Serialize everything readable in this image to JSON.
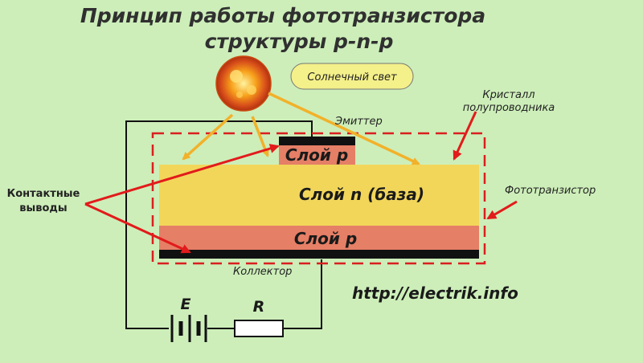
{
  "title_line1": "Принцип работы фототранзистора",
  "title_line2": "структуры p-n-p",
  "sunlight_label": "Солнечный свет",
  "emitter_label": "Эмиттер",
  "crystal_label_line1": "Кристалл",
  "crystal_label_line2": "полупроводника",
  "contacts_label_line1": "Контактные",
  "contacts_label_line2": "выводы",
  "phototransistor_label": "Фототранзистор",
  "collector_label": "Коллектор",
  "layer_p_top": "Слой p",
  "layer_n_base": "Слой n (база)",
  "layer_p_bottom": "Слой p",
  "battery_label": "E",
  "resistor_label": "R",
  "url": "http://electrik.info",
  "colors": {
    "background": "#cdeeb9",
    "n_layer": "#f2d65a",
    "p_layer": "#e57f66",
    "contact": "#111111",
    "arrow_yellow": "#f2b12a",
    "arrow_red": "#e21b1b",
    "dashed_frame": "#d91f1f",
    "sun_label_fill": "#f4f08a"
  }
}
